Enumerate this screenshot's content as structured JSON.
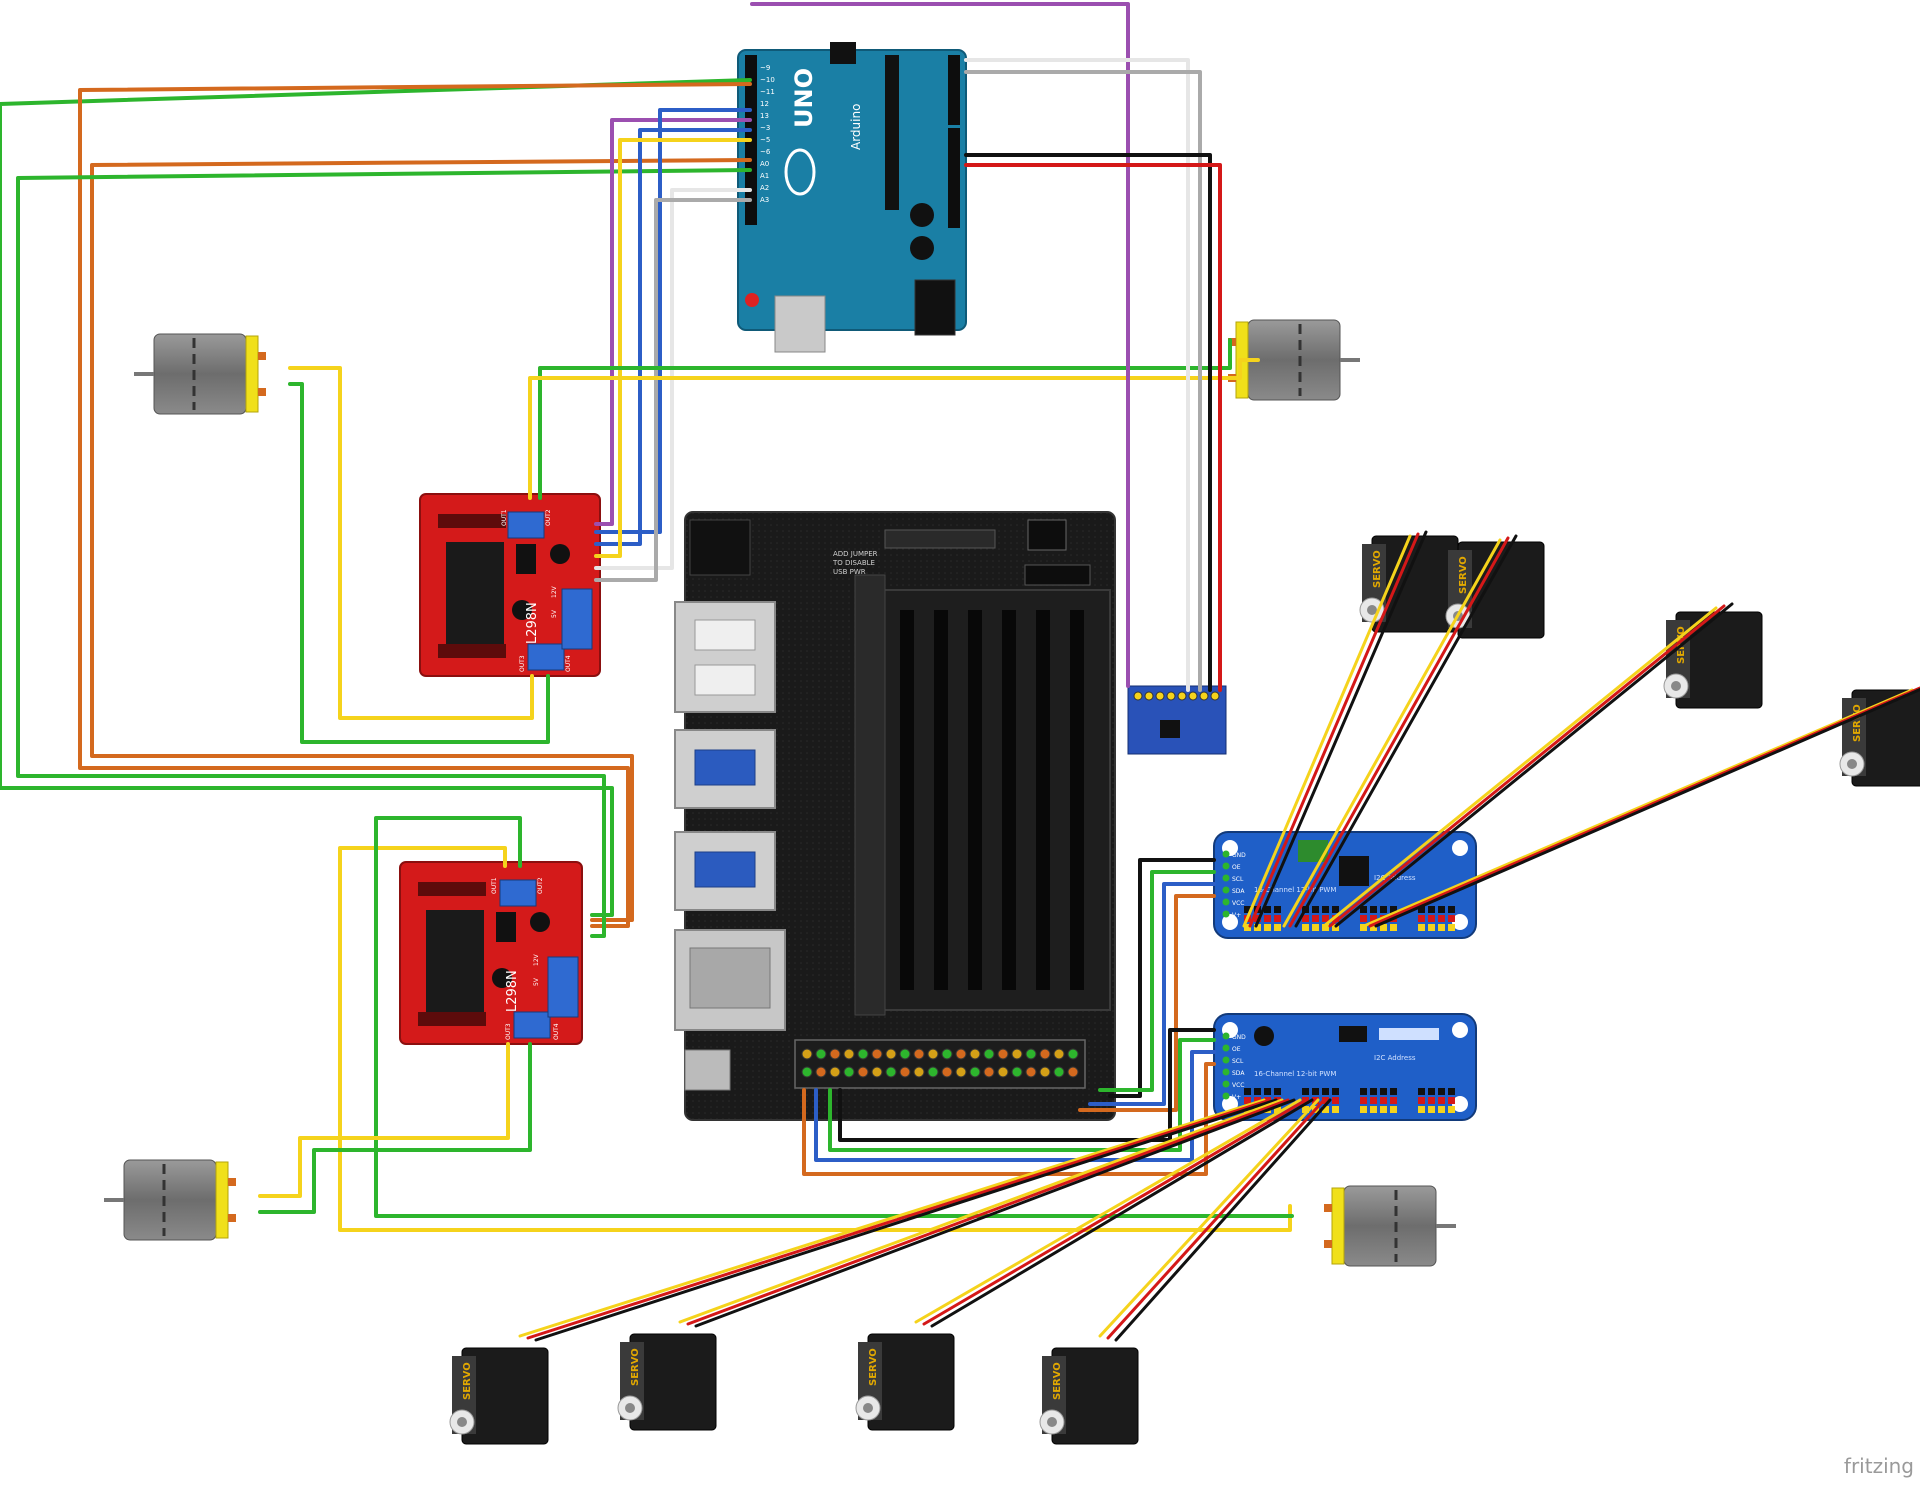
{
  "brand": {
    "watermark": "fritzing"
  },
  "arduino": {
    "logo": "UNO",
    "name": "Arduino",
    "pin_labels": [
      "~9",
      "~10",
      "~11",
      "12",
      "13",
      "~3",
      "~5",
      "~6",
      "A0",
      "A1",
      "A2",
      "A3"
    ]
  },
  "jetson": {
    "silk_notes": [
      "ADD JUMPER",
      "TO DISABLE",
      "USB PWR"
    ],
    "heatsink_fins": 6
  },
  "l298n_top": {
    "chip": "L298N",
    "out_top": "OUT1",
    "out_top2": "OUT2",
    "out_bottom": "OUT3",
    "out_bottom2": "OUT4",
    "power_labels": [
      "12V",
      "5V"
    ]
  },
  "l298n_bottom": {
    "chip": "L298N",
    "out_top": "OUT1",
    "out_top2": "OUT2",
    "out_bottom": "OUT3",
    "out_bottom2": "OUT4",
    "power_labels": [
      "12V",
      "5V"
    ]
  },
  "pca_top": {
    "label": "16-Channel 12-bit PWM",
    "address": "I2C Address",
    "pins": [
      "GND",
      "OE",
      "SCL",
      "SDA",
      "VCC",
      "V+"
    ]
  },
  "pca_bottom": {
    "label": "16-Channel 12-bit PWM",
    "address": "I2C Address",
    "pins": [
      "GND",
      "OE",
      "SCL",
      "SDA",
      "VCC",
      "V+"
    ]
  },
  "servo": {
    "label": "SERVO"
  },
  "colors": {
    "wire_green": "#2db52d",
    "wire_orange": "#d4691e",
    "wire_yellow": "#f5d31c",
    "wire_red": "#d41818",
    "wire_black": "#111111",
    "wire_blue": "#2c5ec7",
    "wire_purple": "#9b4fb0",
    "wire_white": "#e6e6e6",
    "wire_gray": "#aaaaaa",
    "arduino": "#1a7fa5",
    "l298n": "#d41a1a",
    "pca": "#1f5fc8",
    "jetson_board": "#141414"
  }
}
